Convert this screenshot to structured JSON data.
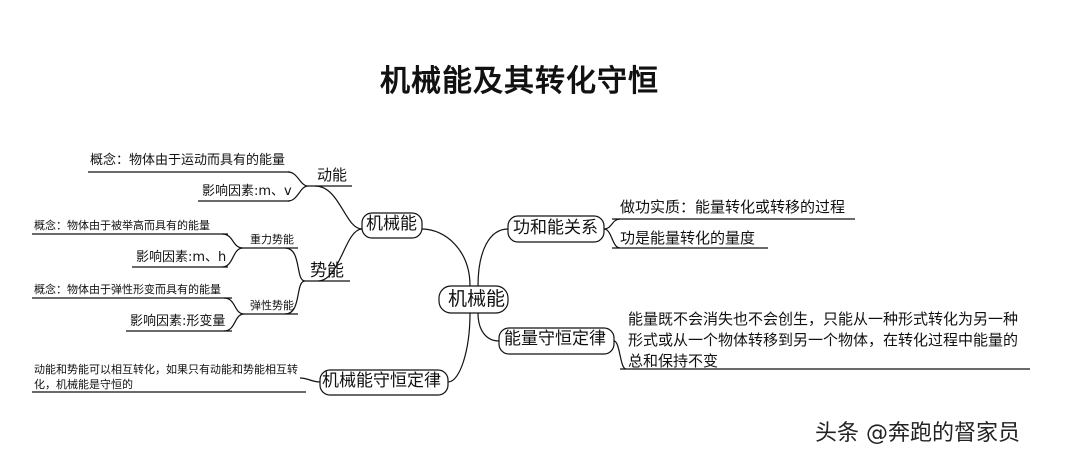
{
  "title": "机械能及其转化守恒",
  "center": "机械能",
  "left": {
    "jixieneng": {
      "label": "机械能",
      "dongneng": {
        "label": "动能",
        "concept": "概念：物体由于运动而具有的能量",
        "factors": "影响因素:m、v"
      },
      "shineng": {
        "label": "势能",
        "zhongli": {
          "label": "重力势能",
          "concept": "概念：物体由于被举高而具有的能量",
          "factors": "影响因素:m、h"
        },
        "tanxing": {
          "label": "弹性势能",
          "concept": "概念：物体由于弹性形变而具有的能量",
          "factors": "影响因素:形变量"
        }
      }
    },
    "law": {
      "label": "机械能守恒定律",
      "text": "动能和势能可以相互转化，如果只有动能和势能相互转化，机械能是守恒的"
    }
  },
  "right": {
    "relation": {
      "label": "功和能关系",
      "items": [
        "做功实质：能量转化或转移的过程",
        "功是能量转化的量度"
      ]
    },
    "conservation": {
      "label": "能量守恒定律",
      "text": "能量既不会消失也不会创生，只能从一种形式转化为另一种形式或从一个物体转移到另一个物体，在转化过程中能量的总和保持不变"
    }
  },
  "watermark": "头条 @奔跑的督家员"
}
